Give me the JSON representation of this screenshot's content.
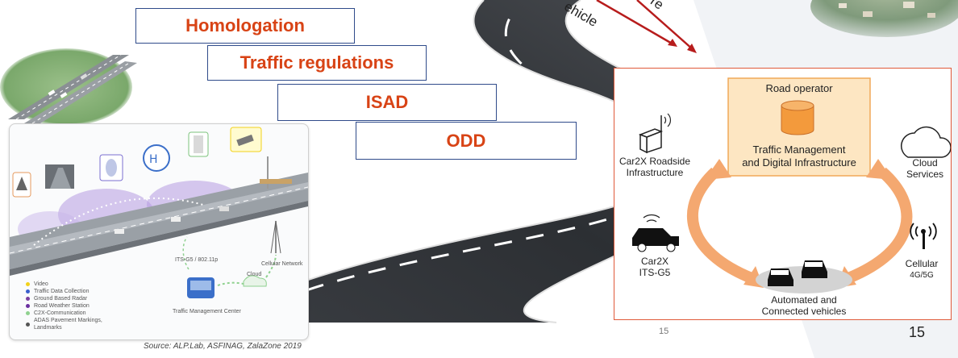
{
  "labels": {
    "homologation": "Homologation",
    "traffic_regulations": "Traffic regulations",
    "isad": "ISAD",
    "odd": "ODD"
  },
  "arrow_text": {
    "line1": "re",
    "line2": "ehicle"
  },
  "road_diagram": {
    "operator_title": "Road operator",
    "tm_label_1": "Traffic Management",
    "tm_label_2": "and Digital Infrastructure",
    "roadside_1": "Car2X Roadside",
    "roadside_2": "Infrastructure",
    "cloud_1": "Cloud",
    "cloud_2": "Services",
    "car2x_1": "Car2X",
    "car2x_2": "ITS-G5",
    "cellular_1": "Cellular",
    "cellular_2": "4G/5G",
    "vehicles_1": "Automated and",
    "vehicles_2": "Connected vehicles"
  },
  "left_diagram": {
    "its_label": "ITS-G5 / 802.11p",
    "cloud_label": "Cloud",
    "cellular_label": "Cellular Network",
    "tmc_label": "Traffic Management Center",
    "legend": [
      {
        "label": "Video",
        "color": "#f2d21b"
      },
      {
        "label": "Traffic Data Collection",
        "color": "#3a5fcd"
      },
      {
        "label": "Ground Based Radar",
        "color": "#7b3fa0"
      },
      {
        "label": "Road Weather Station",
        "color": "#6a2fa0"
      },
      {
        "label": "C2X-Communication",
        "color": "#8fd18f"
      },
      {
        "label": "ADAS Pavement Markings, Landmarks",
        "color": "#555555"
      }
    ]
  },
  "source": "Source: ALP.Lab, ASFINAG, ZalaZone 2019",
  "page_number_small": "15",
  "page_number": "15",
  "colors": {
    "accent_red": "#d84315",
    "box_border": "#2f4b8a",
    "arrow_orange": "#f4a870",
    "dark_red": "#b71c1c"
  }
}
